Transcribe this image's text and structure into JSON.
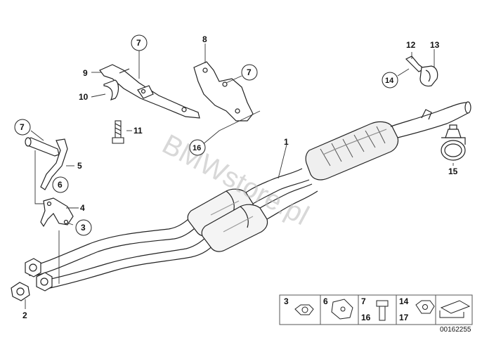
{
  "diagram": {
    "watermark": "BMWstore.pl",
    "catalog_code": "00162255",
    "callouts": {
      "c1": "1",
      "c2": "2",
      "c3": "3",
      "c4": "4",
      "c5": "5",
      "c6": "6",
      "c7a": "7",
      "c7b": "7",
      "c7c": "7",
      "c8": "8",
      "c9": "9",
      "c10": "10",
      "c11": "11",
      "c12": "12",
      "c13": "13",
      "c14": "14",
      "c15": "15",
      "c16": "16"
    },
    "legend": {
      "cell_a": "3",
      "cell_b": "6",
      "cell_c_top": "7",
      "cell_c_bottom": "16",
      "cell_d_top": "14",
      "cell_d_bottom": "17"
    }
  }
}
